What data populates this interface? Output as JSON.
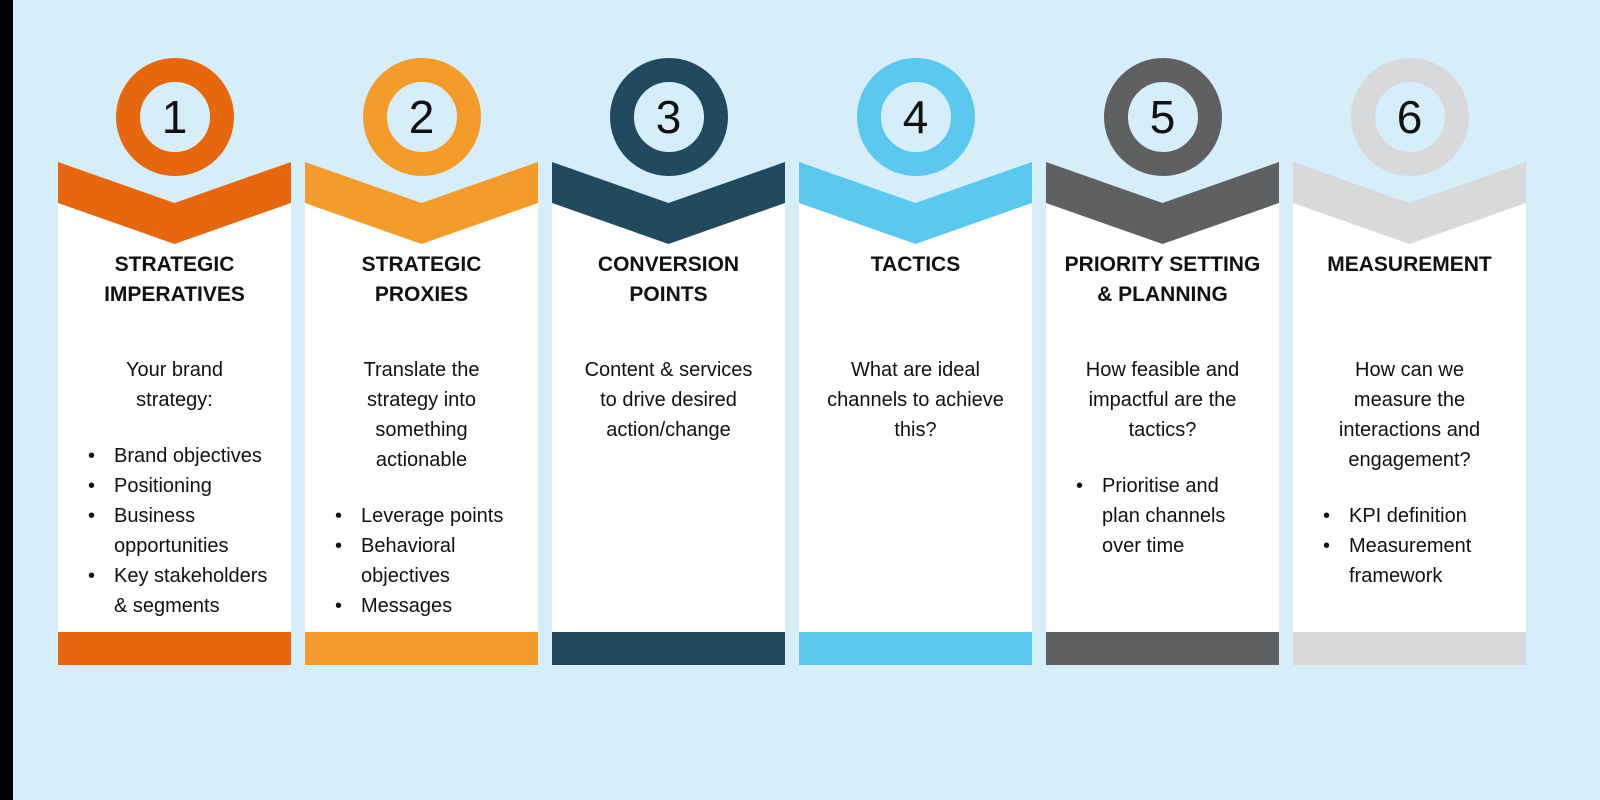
{
  "canvas": {
    "background_color": "#D5EEF9",
    "left_bar_color": "#000000",
    "card_color": "#FFFFFF"
  },
  "steps": [
    {
      "number": "1",
      "color": "#E6670D",
      "title": "STRATEGIC\nIMPERATIVES",
      "intro": "Your brand\nstrategy:",
      "bullets": [
        "Brand objectives",
        "Positioning",
        "Business\nopportunities",
        "Key stakeholders\n& segments"
      ]
    },
    {
      "number": "2",
      "color": "#F49C2A",
      "title": "STRATEGIC\nPROXIES",
      "intro": "Translate the\nstrategy into\nsomething\nactionable",
      "bullets": [
        "Leverage points",
        "Behavioral\nobjectives",
        "Messages"
      ]
    },
    {
      "number": "3",
      "color": "#23495E",
      "title": "CONVERSION\nPOINTS",
      "intro": "Content & services\nto drive desired\naction/change",
      "bullets": []
    },
    {
      "number": "4",
      "color": "#5BC8F0",
      "title": "TACTICS",
      "intro": "What are ideal\nchannels to achieve\nthis?",
      "bullets": []
    },
    {
      "number": "5",
      "color": "#5F6061",
      "title": "PRIORITY SETTING\n& PLANNING",
      "intro": "How feasible and\nimpactful are the\ntactics?",
      "bullets": [
        "Prioritise and\nplan channels\nover time"
      ]
    },
    {
      "number": "6",
      "color": "#D8D9DB",
      "title": "MEASUREMENT",
      "intro": "How can we\nmeasure the\ninteractions and\nengagement?",
      "bullets": [
        "KPI definition",
        "Measurement\nframework"
      ]
    }
  ]
}
